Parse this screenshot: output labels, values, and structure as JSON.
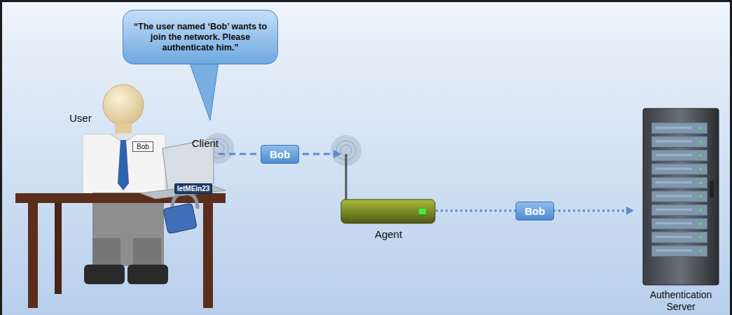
{
  "diagram": {
    "nodes": [
      {
        "text": [
          "“The user named ‘Bob’ wants to join the network. Please authenticate him.”"
        ]
      },
      {
        "text": [
          "Bob"
        ]
      },
      {
        "text": [
          "Client"
        ]
      },
      {
        "text": [
          "letMEin23"
        ]
      },
      {
        "text": [
          "Agent"
        ]
      },
      {
        "text": [
          "Authentication Server"
        ]
      }
    ],
    "edges": [
      {
        "from": 2,
        "to": 4,
        "arrow": "to",
        "label": "Bob"
      },
      {
        "from": 4,
        "to": 5,
        "arrow": "to",
        "label": "Bob"
      }
    ],
    "labels": [
      "User"
    ]
  }
}
